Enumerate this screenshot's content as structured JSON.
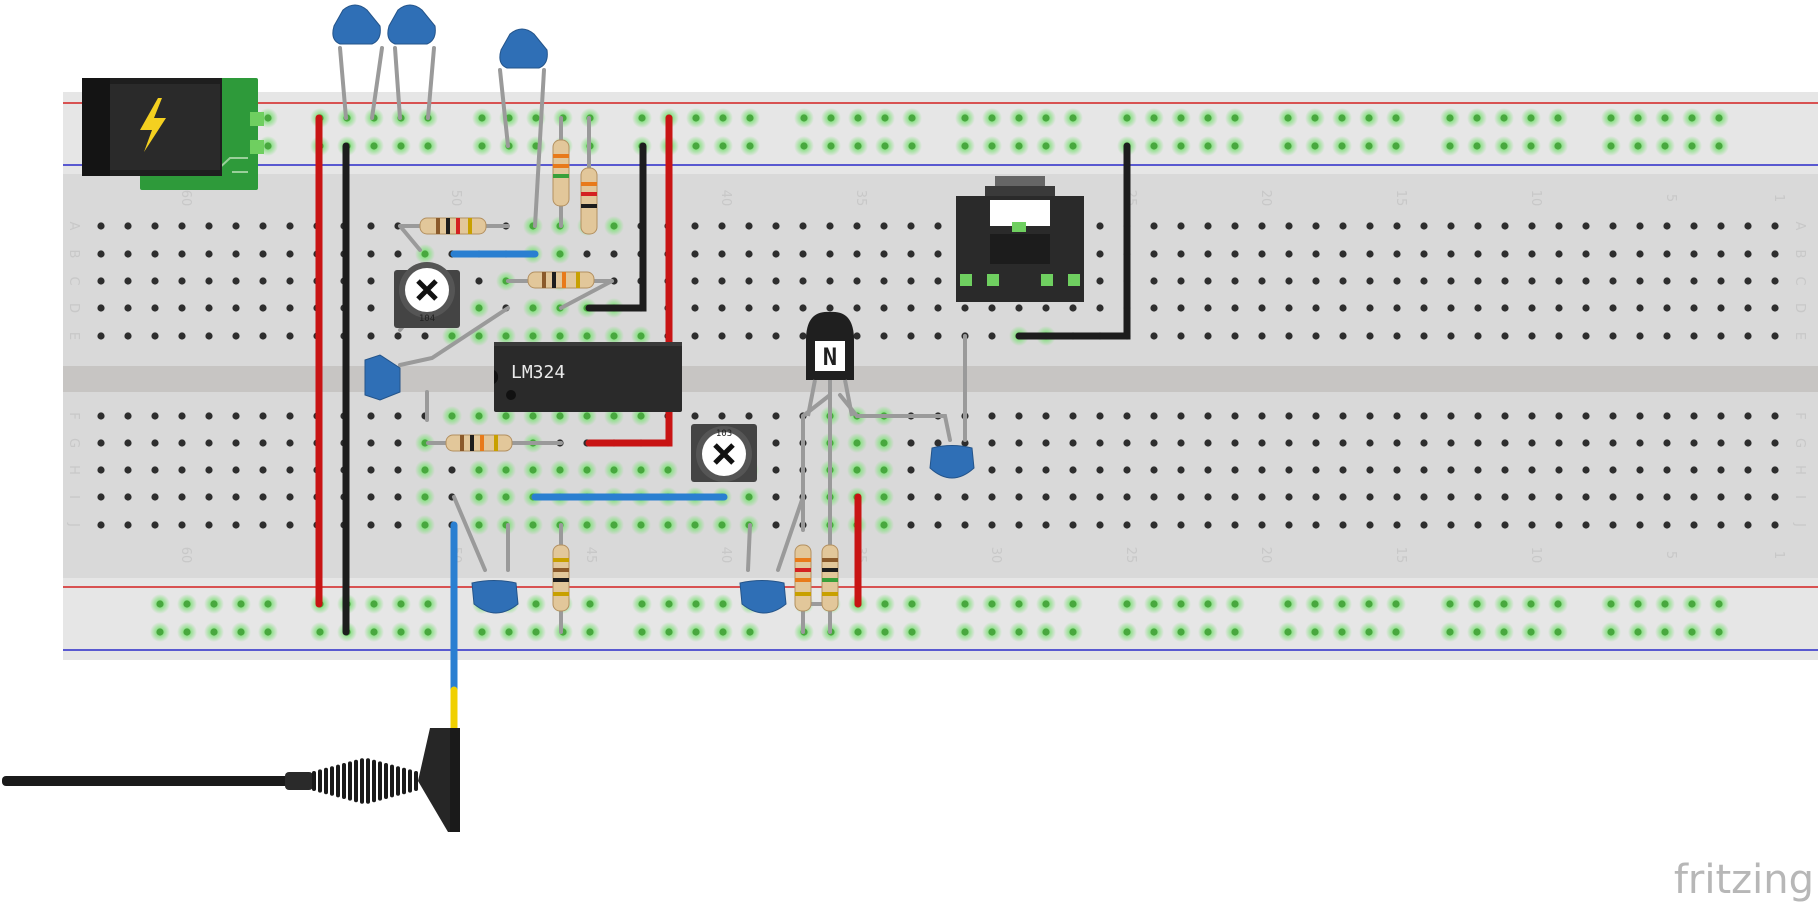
{
  "brand": "fritzing",
  "ic_label": "LM324",
  "pots": [
    "104",
    "103"
  ],
  "transistor_mark": "N",
  "row_letters": [
    "A",
    "B",
    "C",
    "D",
    "E",
    "F",
    "G",
    "H",
    "I",
    "J"
  ],
  "column_numbers": [
    "1",
    "5",
    "10",
    "15",
    "20",
    "25",
    "30",
    "35",
    "40",
    "45",
    "50",
    "60"
  ],
  "colors": {
    "board": "#d9d9d9",
    "rail_red": "#d42121",
    "rail_blue": "#2a2ac8",
    "wire_red": "#c81414",
    "wire_black": "#1d1d1d",
    "wire_blue": "#2a7fd1",
    "capacitor": "#2f6fb6",
    "lead": "#9a9a9a",
    "hole_active": "#6fcf60"
  }
}
